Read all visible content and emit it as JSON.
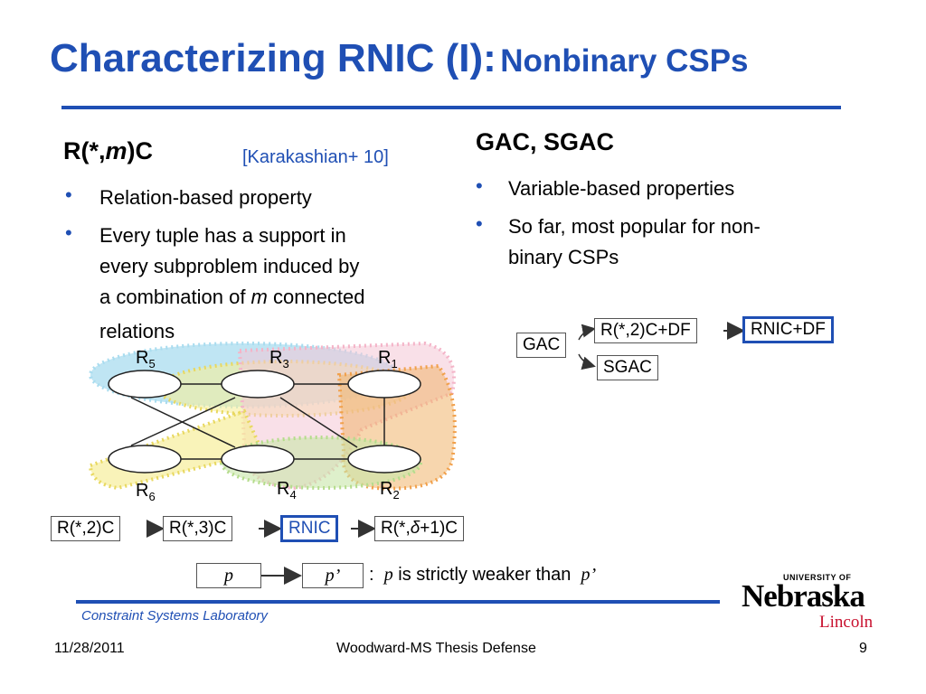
{
  "title": {
    "main": "Characterizing RNIC (I):",
    "sub": "Nonbinary CSPs"
  },
  "left": {
    "heading_prefix": "R(*,",
    "heading_m": "m",
    "heading_suffix": ")C",
    "citation": "[Karakashian+ 10]",
    "bullets": [
      "Relation-based property",
      "Every tuple has a support in",
      "every subproblem induced by",
      "a combination of ",
      "m",
      " connected",
      "relations"
    ]
  },
  "right": {
    "heading": "GAC, SGAC",
    "bullets": [
      "Variable-based properties",
      "So far, most popular for non-",
      "binary CSPs"
    ]
  },
  "right_diagram": {
    "gac": "GAC",
    "rmdf": "R(*,2)C+DF",
    "rnicdf": "RNIC+DF",
    "sgac": "SGAC"
  },
  "graph": {
    "labels": [
      {
        "r": "R",
        "i": "5"
      },
      {
        "r": "R",
        "i": "3"
      },
      {
        "r": "R",
        "i": "1"
      },
      {
        "r": "R",
        "i": "6"
      },
      {
        "r": "R",
        "i": "4"
      },
      {
        "r": "R",
        "i": "2"
      }
    ]
  },
  "chain": [
    "R(*,2)C",
    "R(*,3)C",
    "RNIC",
    "R(*,",
    "δ",
    "+1)C"
  ],
  "legend": {
    "p": "p",
    "p_prime": "p’",
    "colon": ":",
    "p_text": "p",
    "text": " is strictly weaker than ",
    "p_prime_text": "p’"
  },
  "logo": {
    "small": "UNIVERSITY OF",
    "big": "Nebraska",
    "city": "Lincoln"
  },
  "footer": {
    "lab": "Constraint Systems Laboratory",
    "date": "11/28/2011",
    "center": "Woodward-MS Thesis Defense",
    "page": "9"
  },
  "colors": {
    "accent": "#1f4fb4",
    "cyan": "#a9dcef",
    "yellow": "#f7ee9b",
    "pink": "#f4c7d6",
    "green": "#c8e6a8",
    "orange": "#f1b46b"
  }
}
